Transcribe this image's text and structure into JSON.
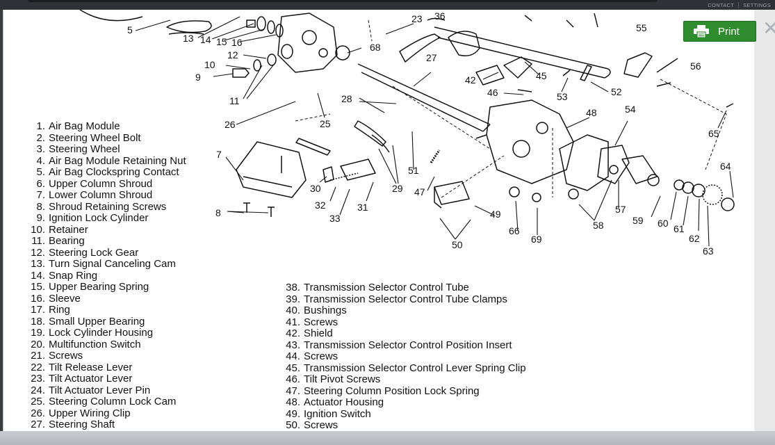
{
  "topnav": {
    "contact": "CONTACT",
    "settings": "SETTINGS"
  },
  "print_button": {
    "label": "Print"
  },
  "close_label": "✕",
  "callouts": [
    "5",
    "13",
    "14",
    "15",
    "16",
    "23",
    "36",
    "68",
    "27",
    "55",
    "56",
    "12",
    "10",
    "9",
    "11",
    "42",
    "45",
    "53",
    "52",
    "46",
    "28",
    "26",
    "25",
    "48",
    "54",
    "65",
    "64",
    "7",
    "30",
    "32",
    "33",
    "31",
    "29",
    "51",
    "47",
    "49",
    "66",
    "69",
    "57",
    "58",
    "59",
    "60",
    "61",
    "62",
    "63",
    "8",
    "50"
  ],
  "parts_left": [
    {
      "num": "1.",
      "name": "Air Bag Module"
    },
    {
      "num": "2.",
      "name": "Steering Wheel Bolt"
    },
    {
      "num": "3.",
      "name": "Steering Wheel"
    },
    {
      "num": "4.",
      "name": "Air Bag Module Retaining Nut"
    },
    {
      "num": "5.",
      "name": "Air Bag Clockspring Contact"
    },
    {
      "num": "6.",
      "name": "Upper Column Shroud"
    },
    {
      "num": "7.",
      "name": "Lower Column Shroud"
    },
    {
      "num": "8.",
      "name": "Shroud Retaining Screws"
    },
    {
      "num": "9.",
      "name": "Ignition Lock Cylinder"
    },
    {
      "num": "10.",
      "name": "Retainer"
    },
    {
      "num": "11.",
      "name": "Bearing"
    },
    {
      "num": "12.",
      "name": "Steering Lock Gear"
    },
    {
      "num": "13.",
      "name": "Turn Signal Canceling Cam"
    },
    {
      "num": "14.",
      "name": "Snap Ring"
    },
    {
      "num": "15.",
      "name": "Upper Bearing Spring"
    },
    {
      "num": "16.",
      "name": "Sleeve"
    },
    {
      "num": "17.",
      "name": "Ring"
    },
    {
      "num": "18.",
      "name": "Small Upper Bearing"
    },
    {
      "num": "19.",
      "name": "Lock Cylinder Housing"
    },
    {
      "num": "20.",
      "name": "Multifunction Switch"
    },
    {
      "num": "21.",
      "name": "Screws"
    },
    {
      "num": "22.",
      "name": "Tilt Release Lever"
    },
    {
      "num": "23.",
      "name": "Tilt Actuator Lever"
    },
    {
      "num": "24.",
      "name": "Tilt Actuator Lever Pin"
    },
    {
      "num": "25.",
      "name": "Steering Column Lock Cam"
    },
    {
      "num": "26.",
      "name": "Upper Wiring Clip"
    },
    {
      "num": "27.",
      "name": "Steering Shaft"
    }
  ],
  "parts_right": [
    {
      "num": "38.",
      "name": "Transmission Selector Control Tube"
    },
    {
      "num": "39.",
      "name": "Transmission Selector Control Tube Clamps"
    },
    {
      "num": "40.",
      "name": "Bushings"
    },
    {
      "num": "41.",
      "name": "Screws"
    },
    {
      "num": "42.",
      "name": "Shield"
    },
    {
      "num": "43.",
      "name": "Transmission Selector Control Position Insert"
    },
    {
      "num": "44.",
      "name": "Screws"
    },
    {
      "num": "45.",
      "name": "Transmission Selector Control Lever Spring Clip"
    },
    {
      "num": "46.",
      "name": "Tilt Pivot Screws"
    },
    {
      "num": "47.",
      "name": "Steering Column Position Lock Spring"
    },
    {
      "num": "48.",
      "name": "Actuator Housing"
    },
    {
      "num": "49.",
      "name": "Ignition Switch"
    },
    {
      "num": "50.",
      "name": "Screws"
    }
  ]
}
